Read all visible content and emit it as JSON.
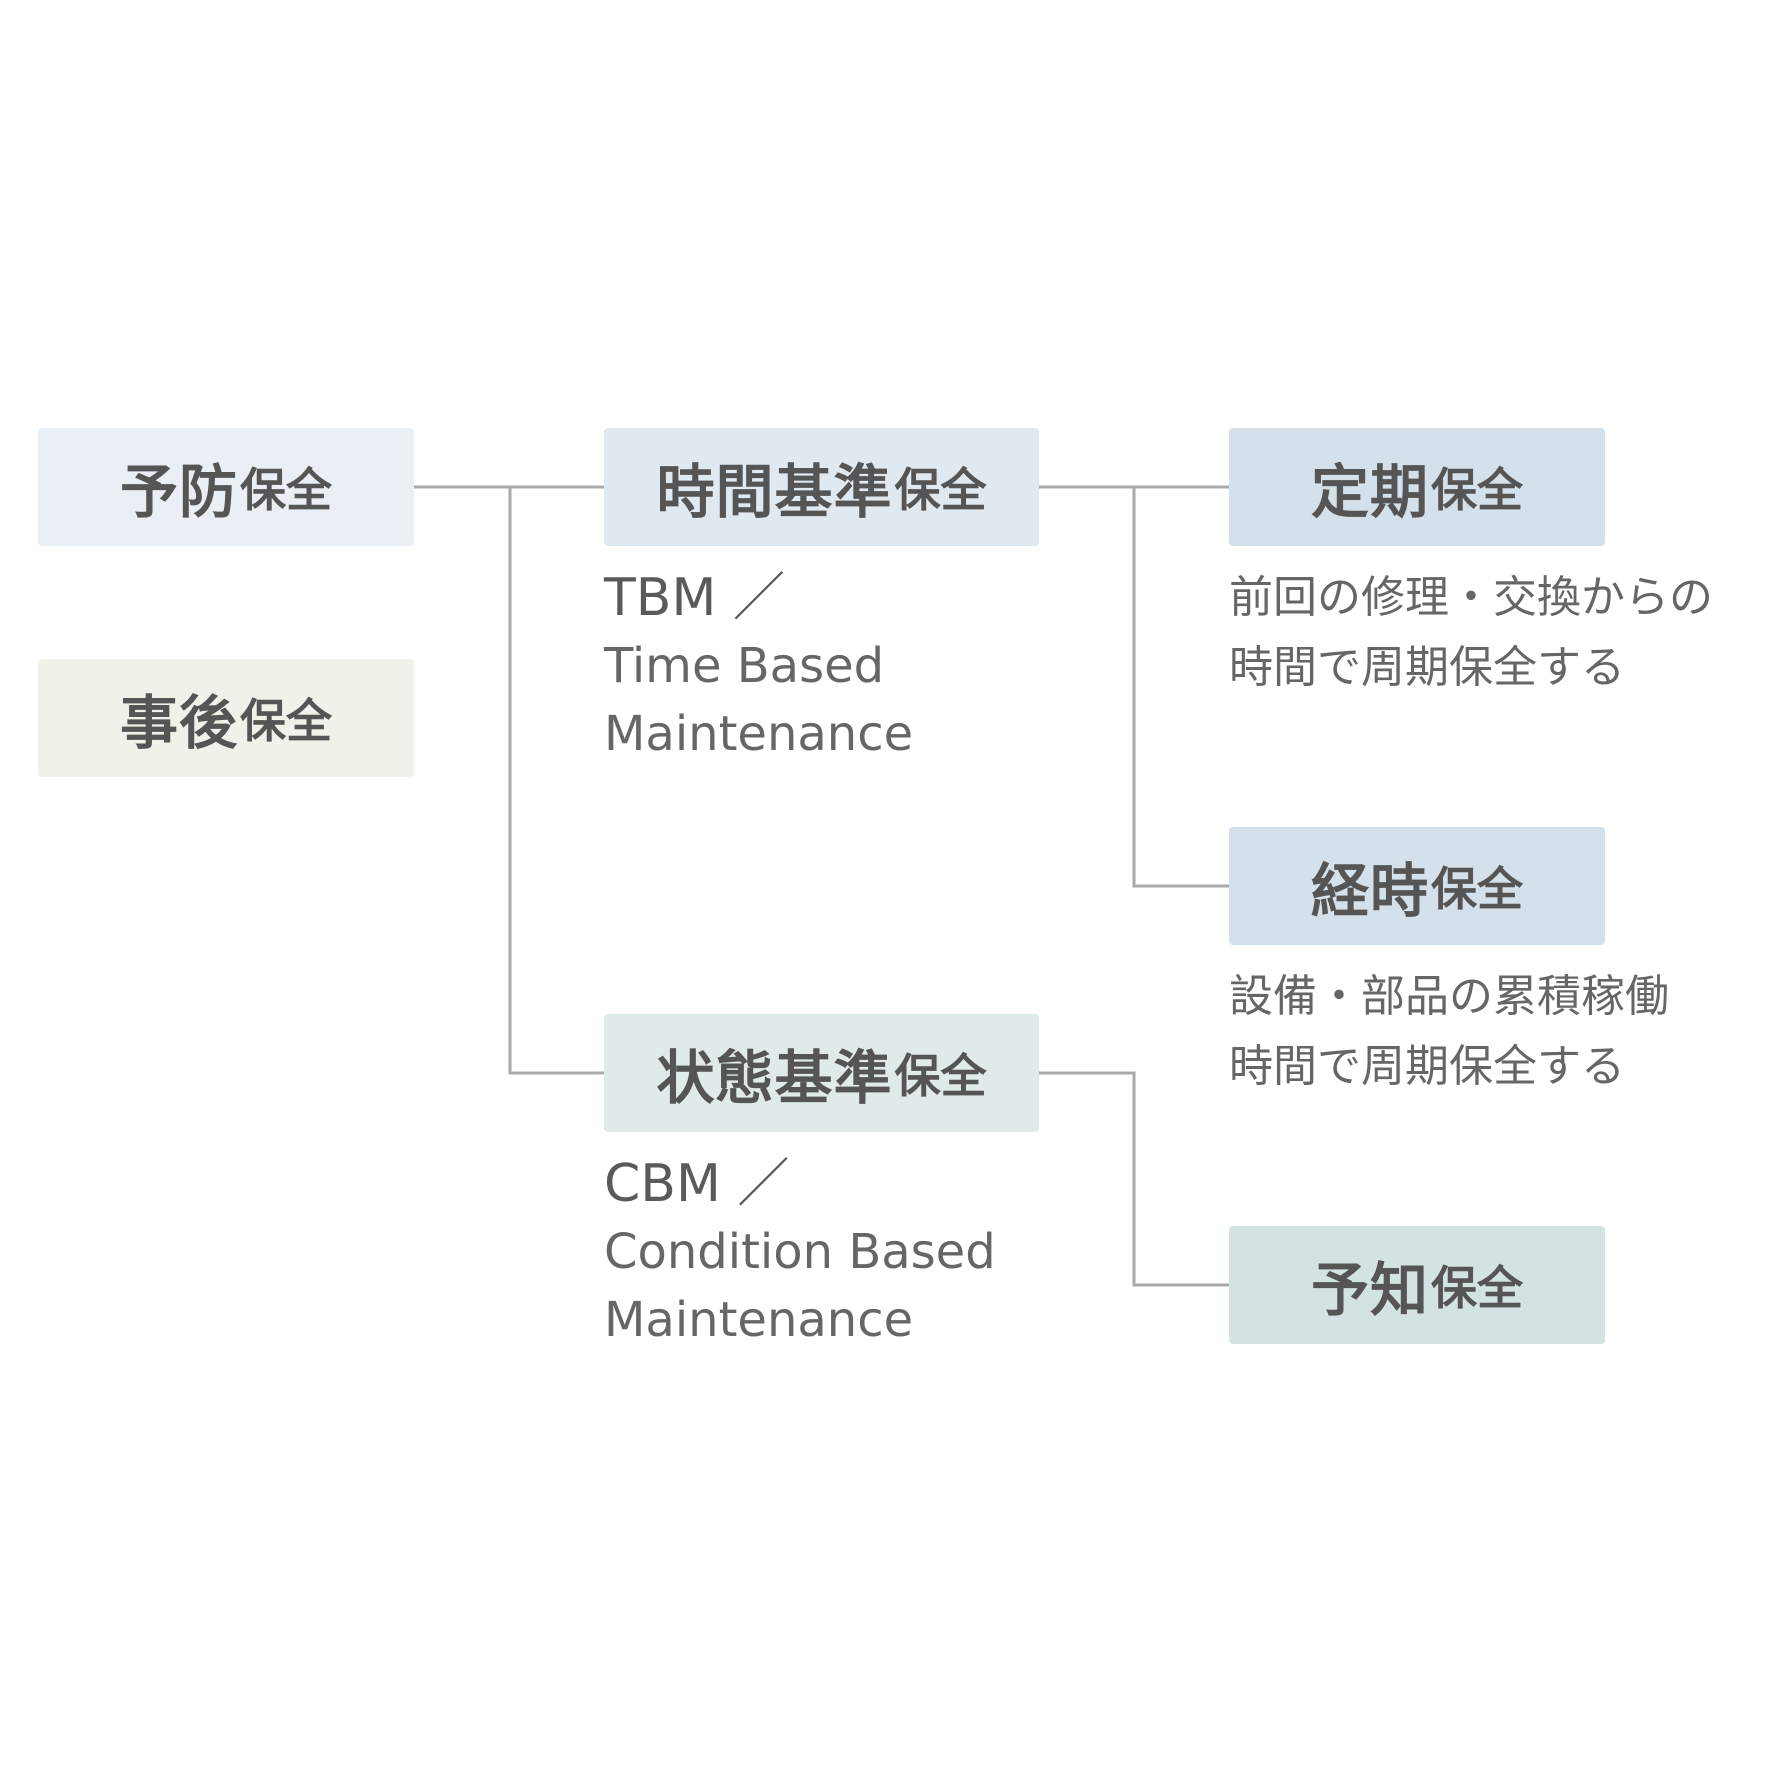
{
  "nodes": {
    "preventive": {
      "main": "予防",
      "suffix": "保全"
    },
    "breakdown": {
      "main": "事後",
      "suffix": "保全"
    },
    "tbm": {
      "main": "時間基準",
      "suffix": "保全",
      "abbr": "TBM ／",
      "full_line1": "Time Based",
      "full_line2": "Maintenance"
    },
    "cbm": {
      "main": "状態基準",
      "suffix": "保全",
      "abbr": "CBM ／",
      "full_line1": "Condition Based",
      "full_line2": "Maintenance"
    },
    "periodic": {
      "main": "定期",
      "suffix": "保全",
      "desc_line1": "前回の修理・交換からの",
      "desc_line2": "時間で周期保全する"
    },
    "elapsed": {
      "main": "経時",
      "suffix": "保全",
      "desc_line1": "設備・部品の累積稼働",
      "desc_line2": "時間で周期保全する"
    },
    "predictive": {
      "main": "予知",
      "suffix": "保全"
    }
  },
  "colors": {
    "line": "#aaaaaa",
    "text": "#555555",
    "preventive_bg": "#e9eff5",
    "breakdown_bg": "#eef2e9",
    "tbm_bg": "#e1e9f0",
    "cbm_bg": "#dfeae9",
    "periodic_bg": "#d5e1ea",
    "elapsed_bg": "#d5e1ea",
    "predictive_bg": "#d3e3e1"
  }
}
